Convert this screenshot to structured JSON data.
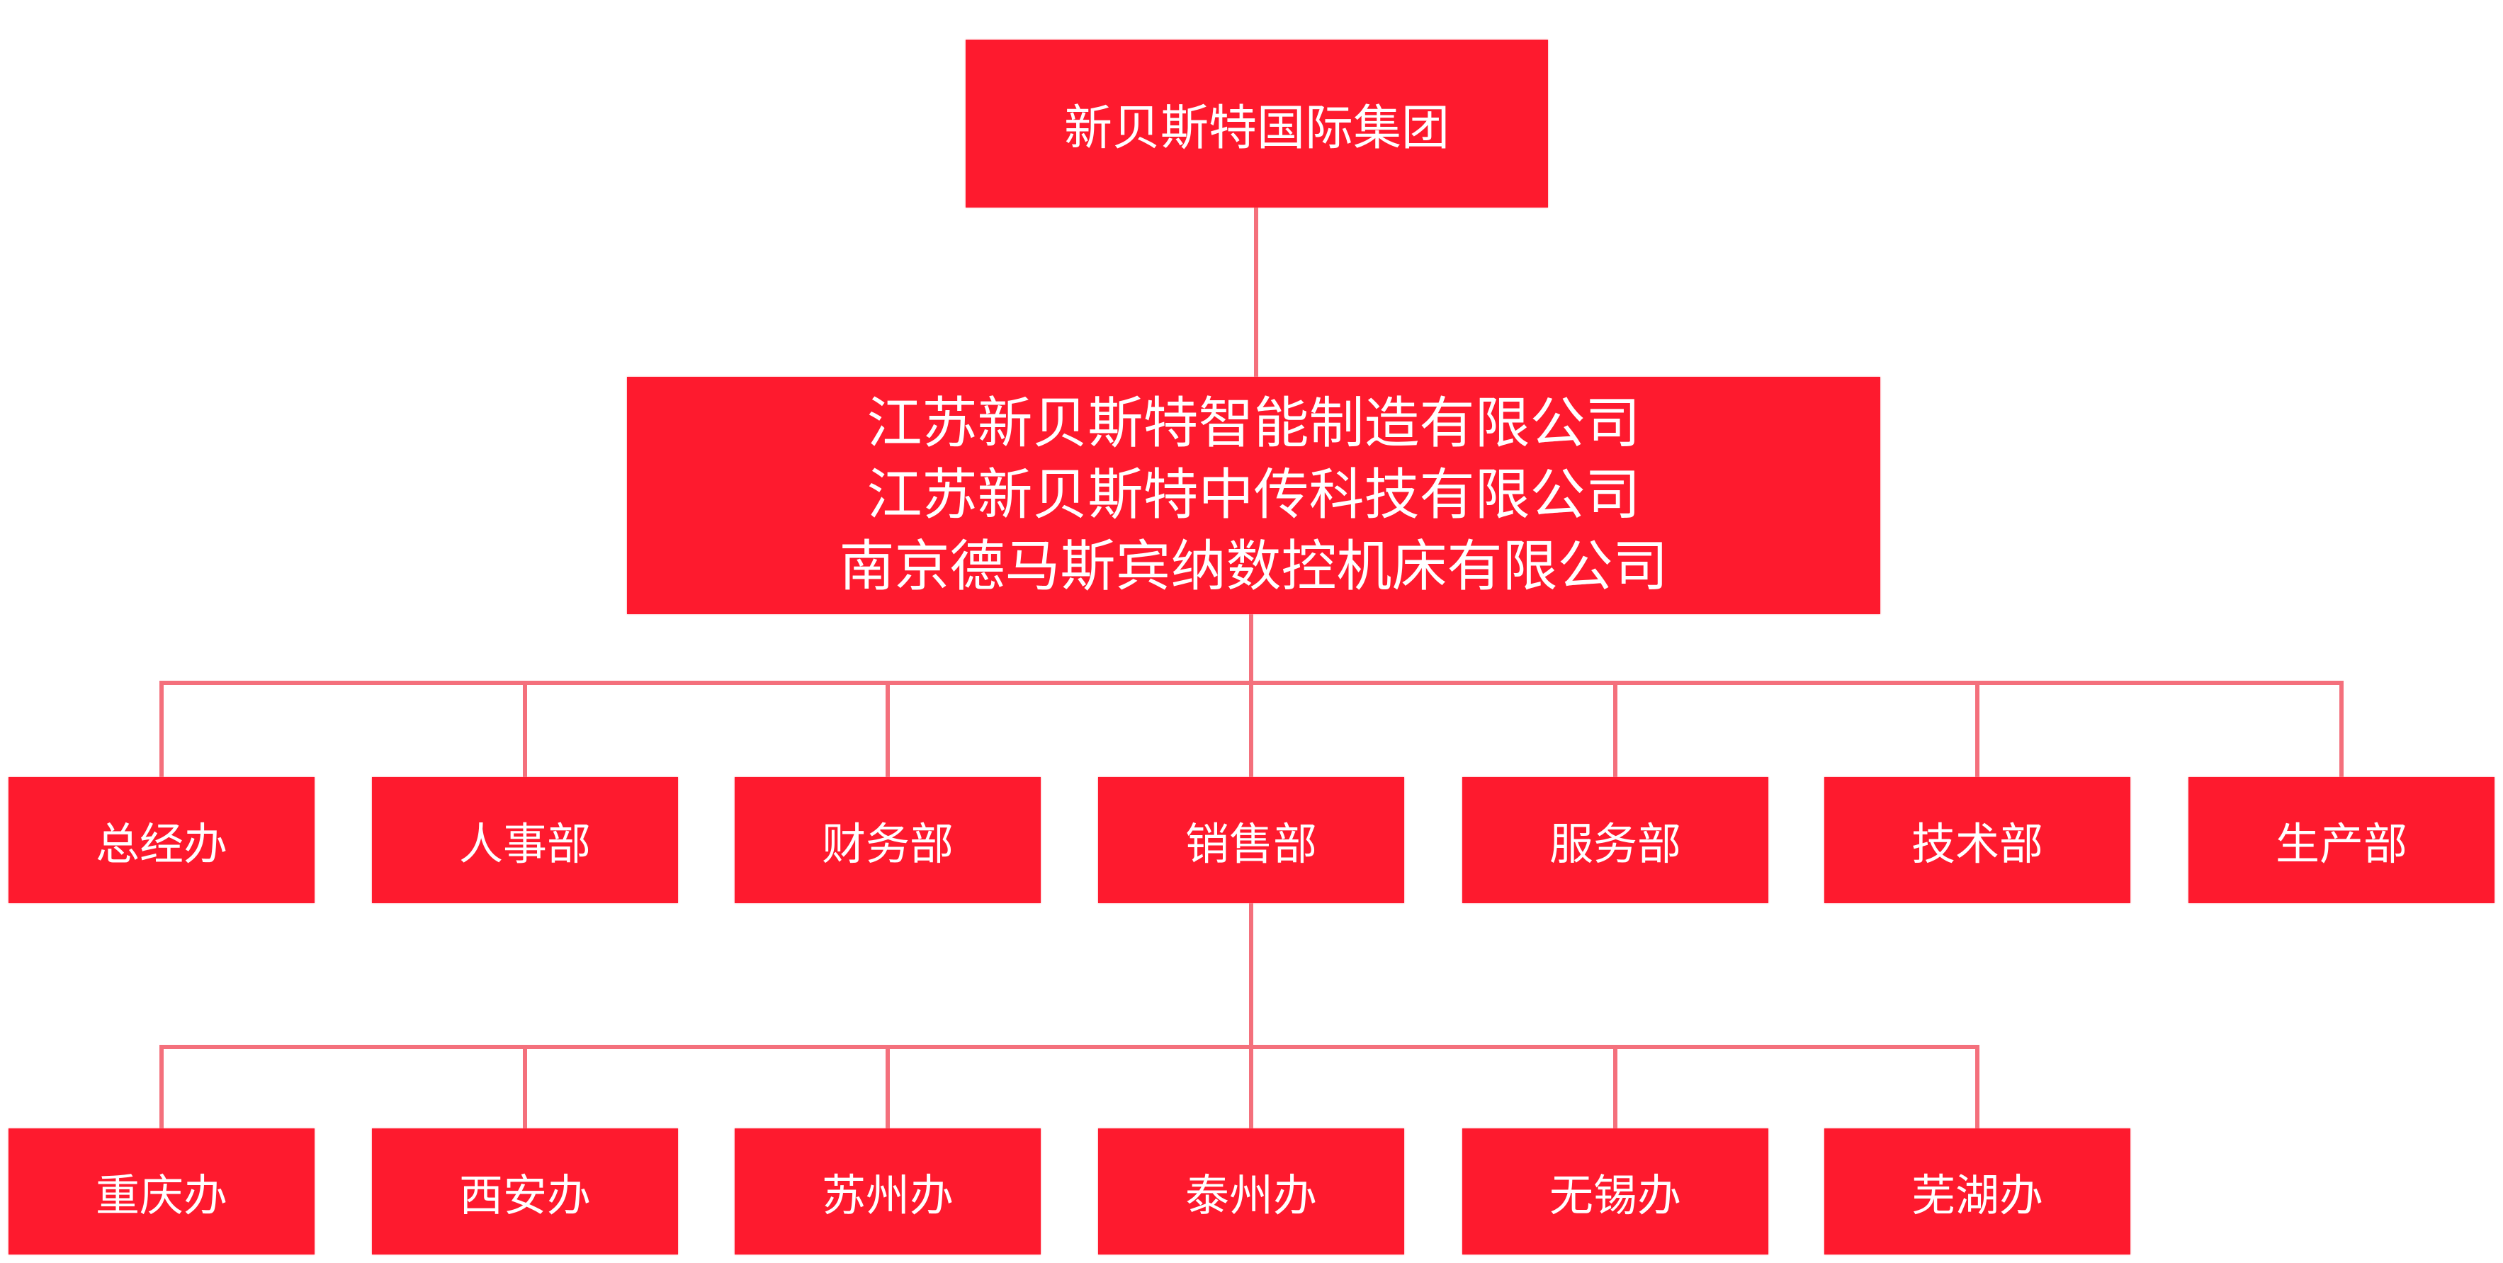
{
  "root": {
    "label": "新贝斯特国际集团"
  },
  "companies": [
    "江苏新贝斯特智能制造有限公司",
    "江苏新贝斯特中传科技有限公司",
    "南京德马斯宾纳数控机床有限公司"
  ],
  "departments": [
    "总经办",
    "人事部",
    "财务部",
    "销售部",
    "服务部",
    "技术部",
    "生产部"
  ],
  "sales_offices": [
    "重庆办",
    "西安办",
    "苏州办",
    "泰州办",
    "无锡办",
    "芜湖办"
  ],
  "colors": {
    "box": "#fe1a2e",
    "line": "#f4707c",
    "text": "#ffffff"
  }
}
